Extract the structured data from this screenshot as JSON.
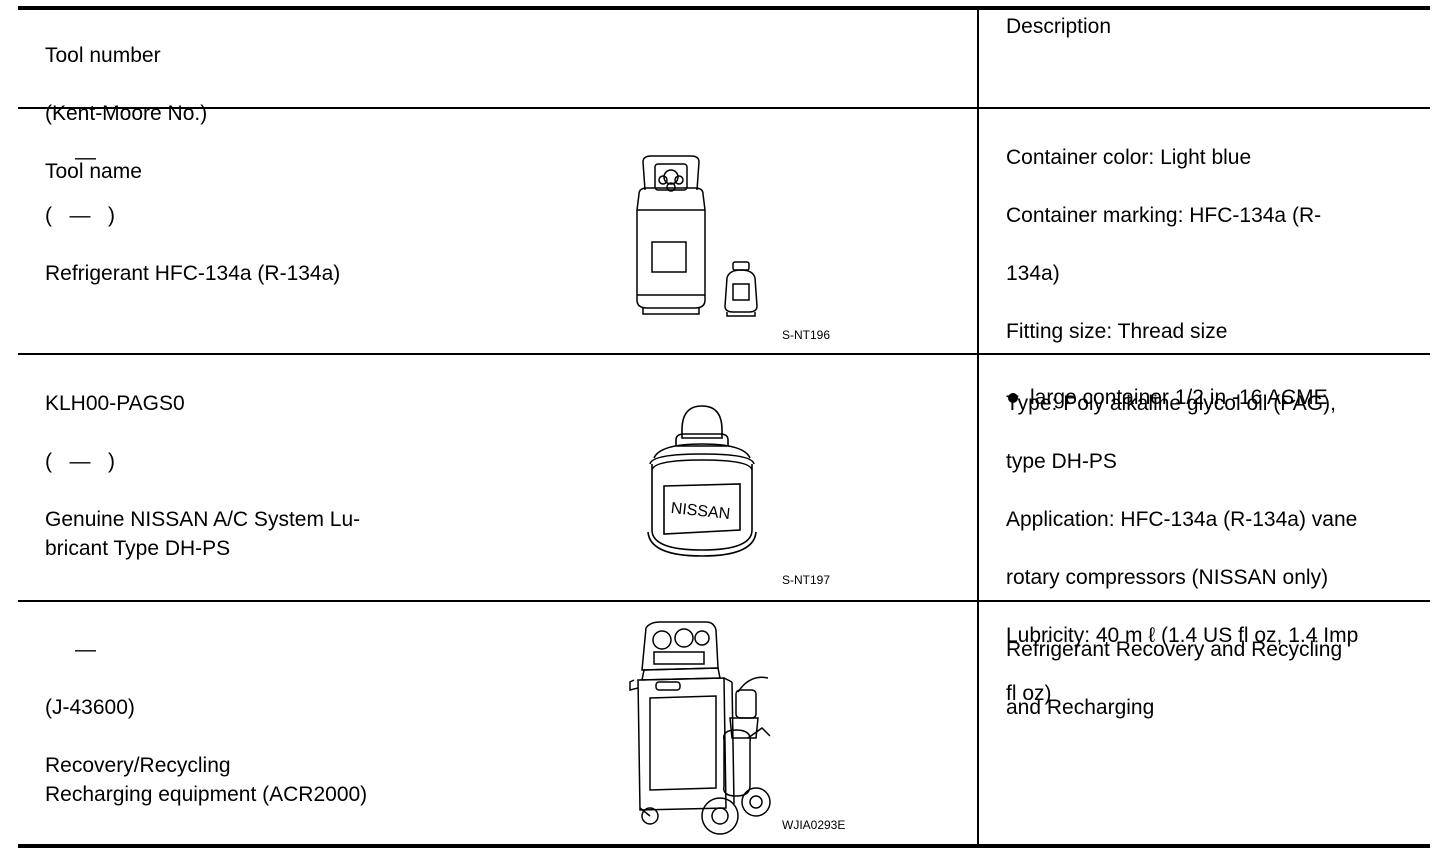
{
  "header": {
    "tool_col": [
      "Tool number",
      "(Kent-Moore No.)",
      "Tool name"
    ],
    "desc_col": "Description"
  },
  "rows": [
    {
      "tool_number": "—",
      "kent_moore": "(   —   )",
      "tool_name": "Refrigerant HFC-134a (R-134a)",
      "figure_code": "S-NT196",
      "figure_icon": "refrigerant-containers",
      "description_lines": [
        "Container color: Light blue",
        "Container marking: HFC-134a (R-",
        "134a)",
        "Fitting size: Thread size"
      ],
      "description_bullet": "large container 1/2 in -16 ACME"
    },
    {
      "tool_number": "KLH00-PAGS0",
      "kent_moore": "(   —   )",
      "tool_name": "Genuine NISSAN A/C System Lu-\nbricant Type DH-PS",
      "figure_code": "S-NT197",
      "figure_icon": "lubricant-can",
      "figure_label": "NISSAN",
      "description_lines": [
        "Type: Poly alkaline glycol oil (PAG),",
        "type DH-PS",
        "Application: HFC-134a (R-134a) vane",
        "rotary compressors (NISSAN only)",
        "Lubricity: 40 m ℓ (1.4 US fl oz, 1.4 Imp",
        "fl oz)"
      ]
    },
    {
      "tool_number": "—",
      "kent_moore": "(J-43600)",
      "tool_name": "Recovery/Recycling\nRecharging equipment (ACR2000)",
      "figure_code": "WJIA0293E",
      "figure_icon": "recovery-recycling-machine",
      "description_lines": [
        "Refrigerant Recovery and Recycling",
        "and Recharging"
      ]
    }
  ]
}
